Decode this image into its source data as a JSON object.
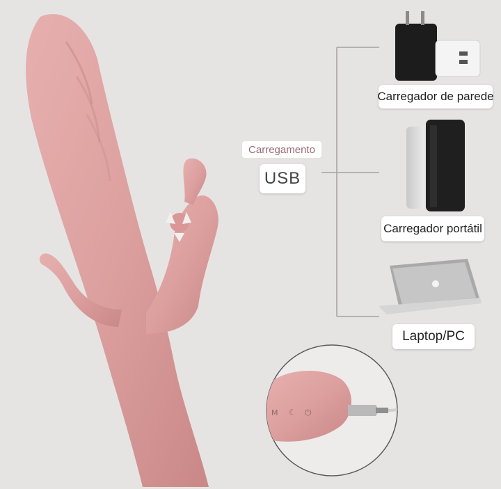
{
  "usb": {
    "title": "Carregamento",
    "label": "USB"
  },
  "chargers": [
    {
      "label": "Carregador de parede",
      "icon": "wall-charger-icon"
    },
    {
      "label": "Carregador portátil",
      "icon": "power-bank-icon"
    },
    {
      "label": "Laptop/PC",
      "icon": "laptop-icon"
    }
  ],
  "product": {
    "color": "#dfa3a2",
    "button_icons": [
      "mode-icon",
      "moon-icon",
      "power-icon"
    ]
  },
  "colors": {
    "background": "#e6e4e3",
    "accent_text": "#9b6a76"
  }
}
